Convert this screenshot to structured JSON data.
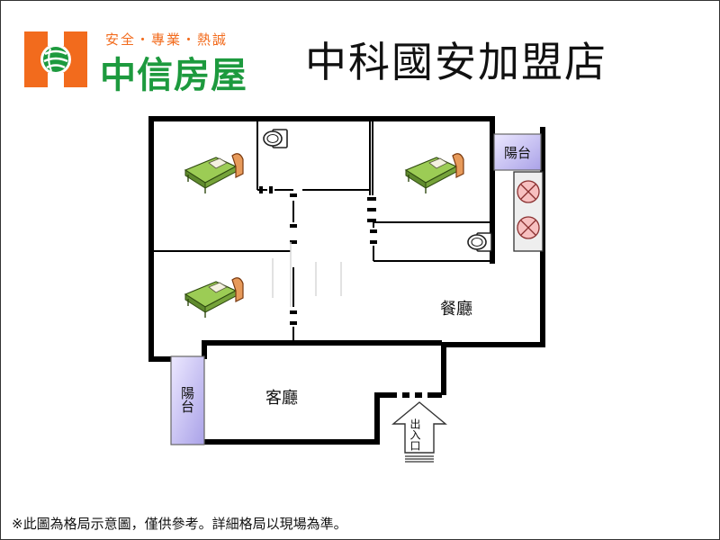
{
  "header": {
    "logo_slogan": "安全・專業・熱誠",
    "logo_name": "中信房屋",
    "store_title": "中科國安加盟店"
  },
  "floorplan": {
    "rooms": {
      "dining": "餐廳",
      "living": "客廳",
      "balcony_left": "陽台",
      "balcony_right": "陽台",
      "entrance": "出入口"
    }
  },
  "footer": {
    "disclaimer": "※此圖為格局示意圖，僅供參考。詳細格局以現場為準。"
  }
}
